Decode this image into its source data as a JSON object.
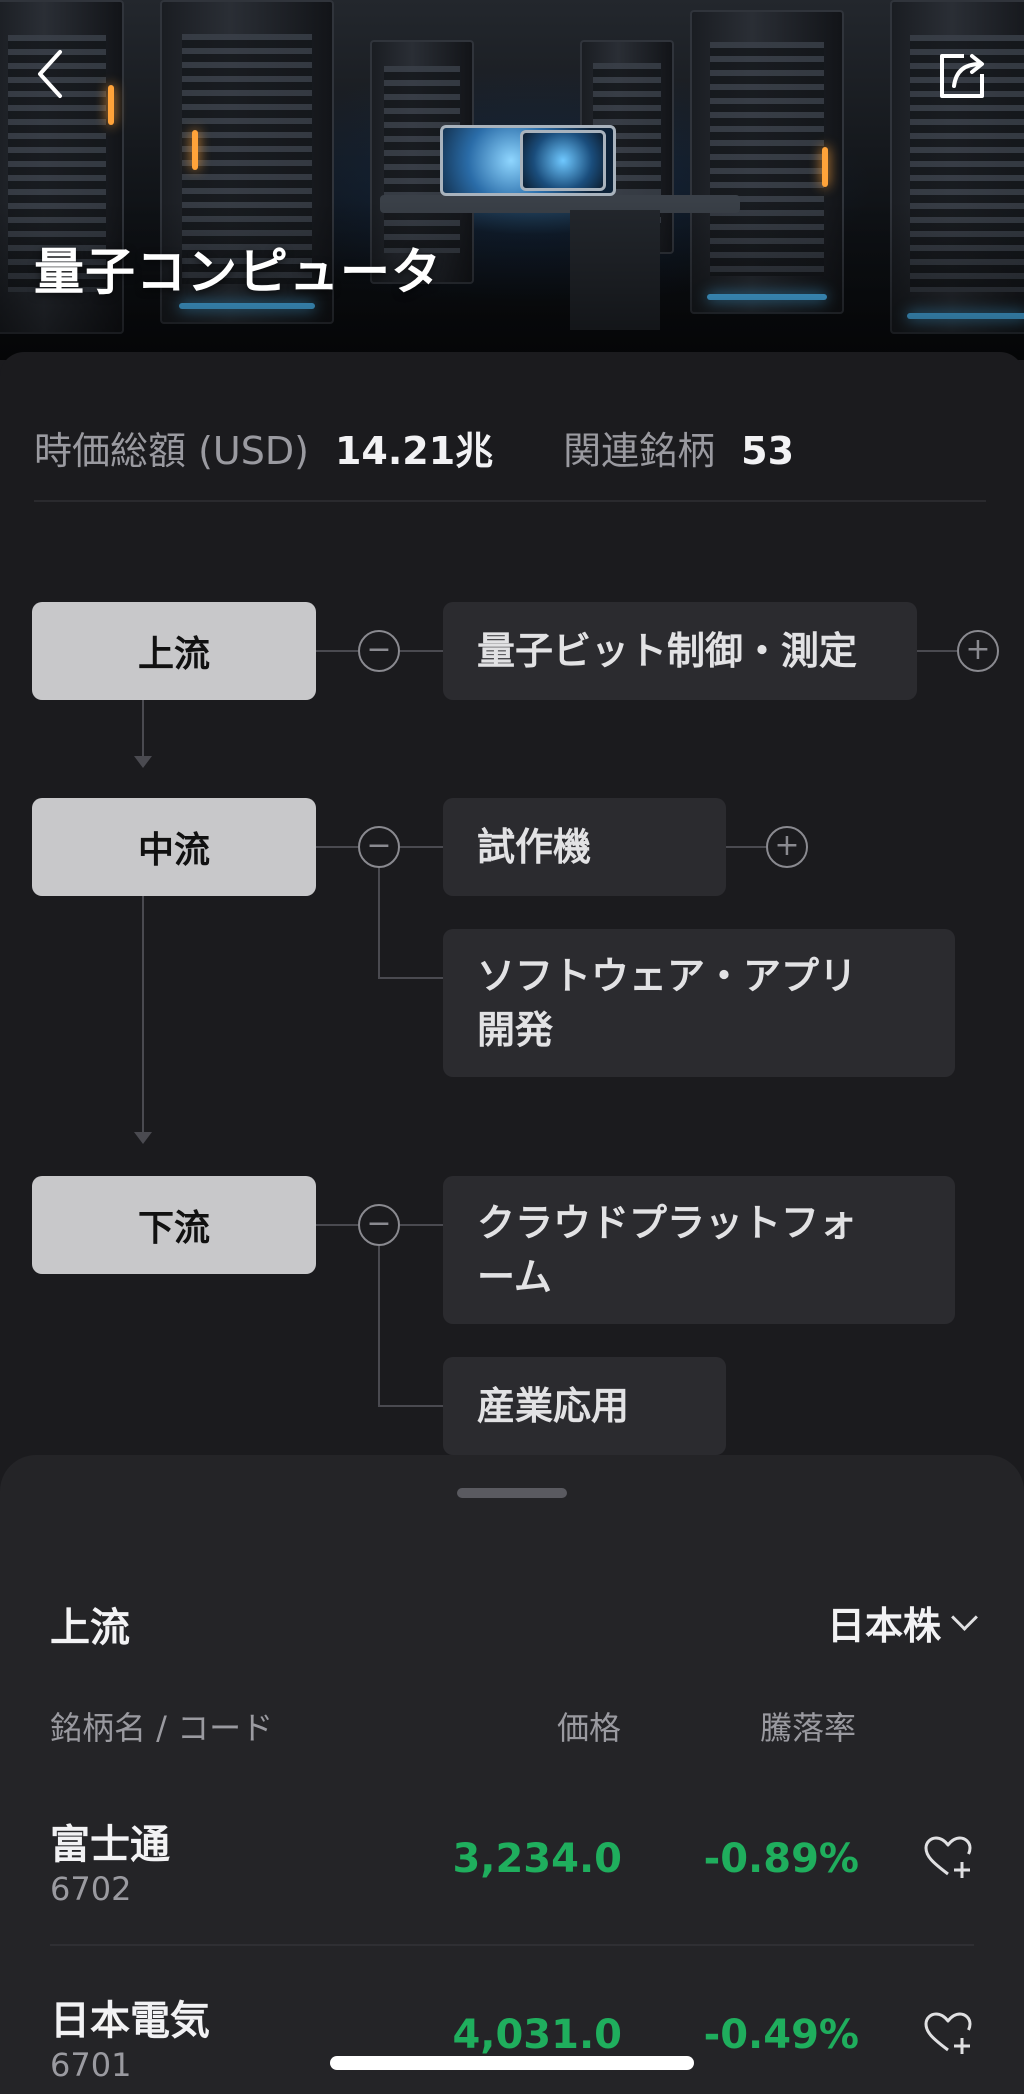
{
  "hero": {
    "title": "量子コンピュータ"
  },
  "stats": {
    "market_cap_label": "時価総額 (USD)",
    "market_cap_value": "14.21兆",
    "related_label": "関連銘柄",
    "related_value": "53"
  },
  "flow": {
    "stages": [
      {
        "label": "上流",
        "nodes": [
          "量子ビット制御・測定"
        ]
      },
      {
        "label": "中流",
        "nodes": [
          "試作機",
          "ソフトウェア・アプリ開発"
        ]
      },
      {
        "label": "下流",
        "nodes": [
          "クラウドプラットフォーム",
          "産業応用"
        ]
      }
    ],
    "node_texts": {
      "upstream_1": "量子ビット制御・測定",
      "midstream_1": "試作機",
      "midstream_2_line1": "ソフトウェア・アプリ",
      "midstream_2_line2": "開発",
      "downstream_1_line1": "クラウドプラットフォ",
      "downstream_1_line2": "ーム",
      "downstream_2": "産業応用"
    },
    "stage_labels": {
      "upstream": "上流",
      "midstream": "中流",
      "downstream": "下流"
    }
  },
  "sheet": {
    "title": "上流",
    "market": "日本株",
    "columns": {
      "name": "銘柄名 / コード",
      "price": "価格",
      "change": "騰落率"
    },
    "rows": [
      {
        "name": "富士通",
        "code": "6702",
        "price": "3,234.0",
        "change": "-0.89%"
      },
      {
        "name": "日本電気",
        "code": "6701",
        "price": "4,031.0",
        "change": "-0.49%"
      }
    ]
  },
  "colors": {
    "accent_green": "#1fae5d",
    "stage_bg": "#c8c8ca",
    "node_bg": "#2b2b2f"
  },
  "icons": [
    "back-chevron-icon",
    "share-icon",
    "minus-circle-icon",
    "plus-circle-icon",
    "chevron-down-icon",
    "heart-plus-icon"
  ]
}
